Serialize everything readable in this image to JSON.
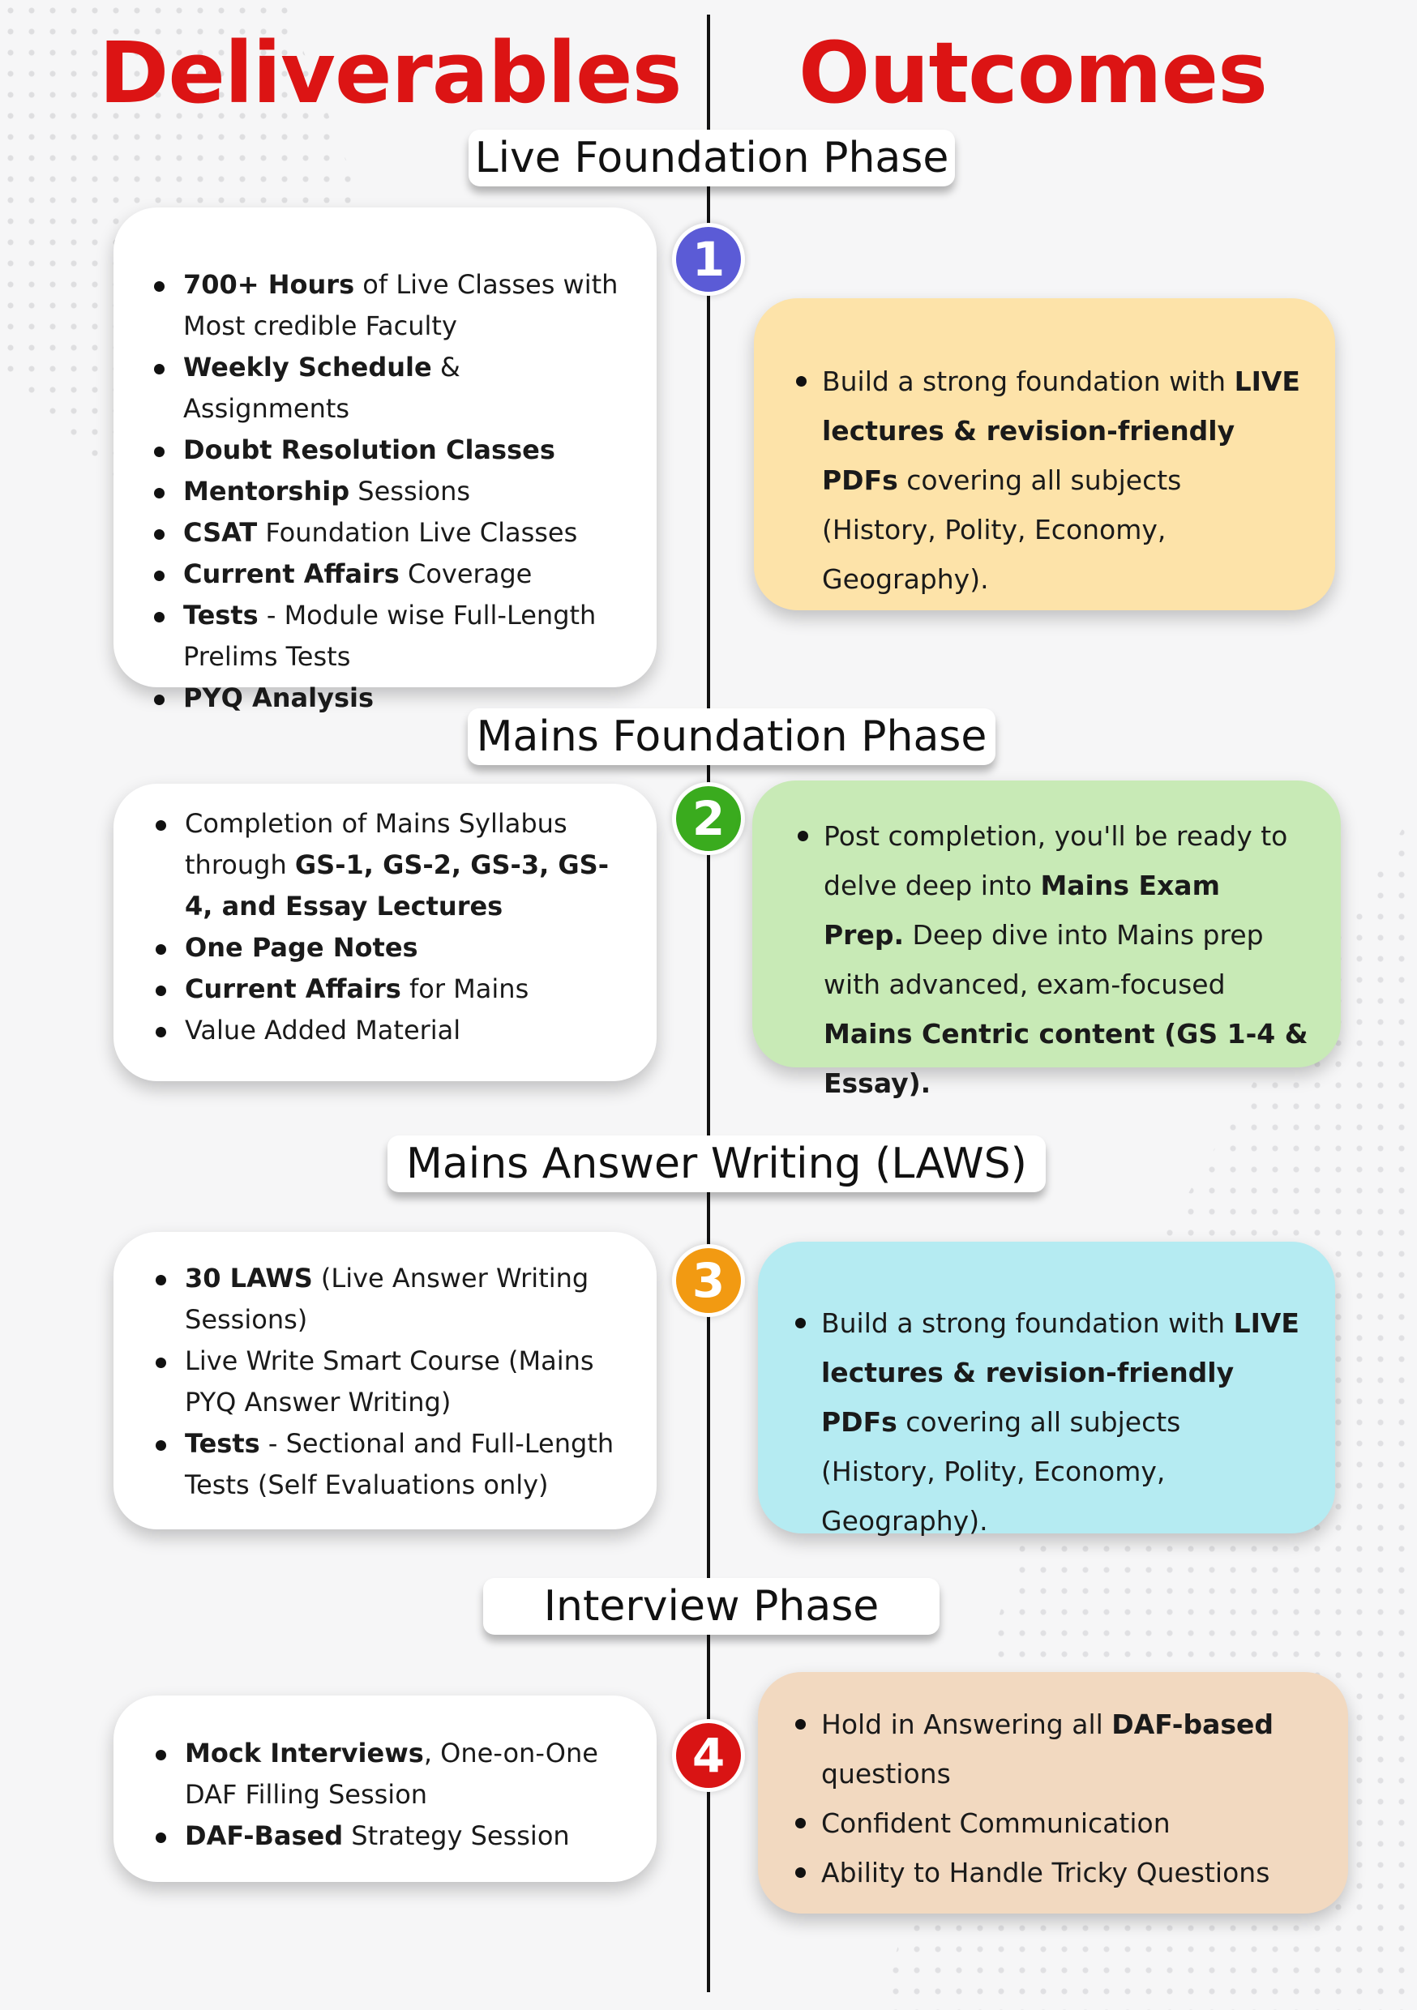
{
  "header": {
    "left": "Deliverables",
    "right": "Outcomes"
  },
  "phases": [
    {
      "title": "Live Foundation Phase",
      "number": "1",
      "number_color": "#5b5bd6",
      "outcome_color": "#fde3a9",
      "deliverables": [
        {
          "bold": "700+ Hours",
          "rest": " of Live Classes with Most credible Faculty"
        },
        {
          "bold": "Weekly Schedule",
          "rest": " & Assignments"
        },
        {
          "bold": "Doubt Resolution Classes",
          "rest": ""
        },
        {
          "bold": "Mentorship",
          "rest": " Sessions"
        },
        {
          "bold": "CSAT",
          "rest": " Foundation Live Classes"
        },
        {
          "bold": "Current Affairs",
          "rest": " Coverage"
        },
        {
          "bold": "Tests",
          "rest": " - Module wise Full-Length Prelims Tests"
        },
        {
          "bold": "PYQ Analysis",
          "rest": ""
        }
      ],
      "outcomes": [
        {
          "pre": "Build a strong foundation with ",
          "bold": "LIVE lectures & revision-friendly PDFs",
          "post": " covering all subjects (History, Polity, Economy, Geography)."
        }
      ]
    },
    {
      "title": "Mains Foundation Phase",
      "number": "2",
      "number_color": "#3aab1e",
      "outcome_color": "#c8eab6",
      "deliverables": [
        {
          "bold": "",
          "rest": "Completion of Mains Syllabus through ",
          "bold2": "GS-1, GS-2, GS-3, GS-4, and Essay Lectures"
        },
        {
          "bold": "One Page Notes",
          "rest": ""
        },
        {
          "bold": "Current Affairs",
          "rest": " for Mains"
        },
        {
          "bold": "",
          "rest": "Value Added Material"
        }
      ],
      "outcomes": [
        {
          "pre": "Post completion, you'll be ready to delve deep into ",
          "bold": "Mains Exam Prep.",
          "post": " Deep dive into Mains prep with advanced, exam-focused ",
          "bold2": "Mains Centric content (GS 1-4 & Essay)."
        }
      ]
    },
    {
      "title": "Mains Answer Writing (LAWS)",
      "number": "3",
      "number_color": "#f29a12",
      "outcome_color": "#b5ebf2",
      "deliverables": [
        {
          "bold": "30 LAWS",
          "rest": " (Live Answer Writing Sessions)"
        },
        {
          "bold": "",
          "rest": "Live Write Smart Course (Mains PYQ Answer Writing)"
        },
        {
          "bold": "Tests",
          "rest": " - Sectional and Full-Length Tests (Self Evaluations only)"
        }
      ],
      "outcomes": [
        {
          "pre": "Build a strong foundation with ",
          "bold": "LIVE lectures & revision-friendly PDFs",
          "post": " covering all subjects (History, Polity, Economy, Geography)."
        }
      ]
    },
    {
      "title": "Interview Phase",
      "number": "4",
      "number_color": "#d91414",
      "outcome_color": "#f2d9c0",
      "deliverables": [
        {
          "bold": "Mock Interviews",
          "rest": ", One-on-One DAF Filling Session"
        },
        {
          "bold": "DAF-Based",
          "rest": " Strategy Session"
        }
      ],
      "outcomes": [
        {
          "pre": "Hold in Answering all ",
          "bold": "DAF-based",
          "post": " questions"
        },
        {
          "pre": "Confident Communication",
          "bold": "",
          "post": ""
        },
        {
          "pre": "Ability to Handle Tricky Questions",
          "bold": "",
          "post": ""
        }
      ]
    }
  ]
}
